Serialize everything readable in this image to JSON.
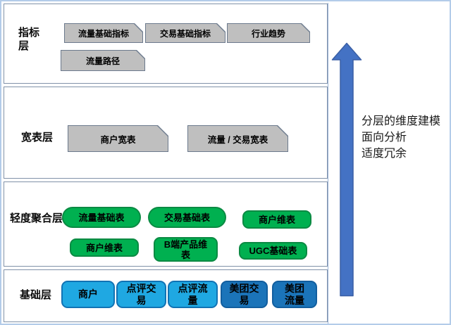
{
  "layers": [
    {
      "id": "indicator",
      "label": "指标层",
      "boxes": [
        {
          "label": "流量基础指标"
        },
        {
          "label": "交易基础指标"
        },
        {
          "label": "行业趋势"
        },
        {
          "label": "流量路径"
        }
      ]
    },
    {
      "id": "wide-table",
      "label": "宽表层",
      "boxes": [
        {
          "label": "商户宽表"
        },
        {
          "label": "流量 / 交易宽表"
        }
      ]
    },
    {
      "id": "light-aggregation",
      "label": "轻度聚合层",
      "boxes": [
        {
          "label": "流量基础表"
        },
        {
          "label": "交易基础表"
        },
        {
          "label": "商户维表"
        },
        {
          "label": "商户维表"
        },
        {
          "label": "B端产品维表"
        },
        {
          "label": "UGC基础表"
        }
      ]
    },
    {
      "id": "base",
      "label": "基础层",
      "boxes": [
        {
          "label": "商户"
        },
        {
          "label": "点评交易"
        },
        {
          "label": "点评流量"
        },
        {
          "label": "美团交易"
        },
        {
          "label": "美团流量"
        }
      ]
    }
  ],
  "annotation": {
    "lines": [
      "分层的维度建模",
      "面向分析",
      "适度冗余"
    ]
  },
  "arrow": {
    "direction": "up"
  },
  "colors": {
    "gray_card": "#BFBFBF",
    "gray_card_border": "#6C7A8D",
    "green": "#00B050",
    "green_border": "#0B8A43",
    "light_blue": "#1FA8E2",
    "light_blue_border": "#1173B4",
    "dark_blue": "#1B74B9",
    "dark_blue_border": "#125E9E",
    "arrow_blue": "#4472C4",
    "arrow_blue_border": "#3A5FA5",
    "outer_border": "#B3CCE9",
    "layer_border": "#8091A8"
  }
}
